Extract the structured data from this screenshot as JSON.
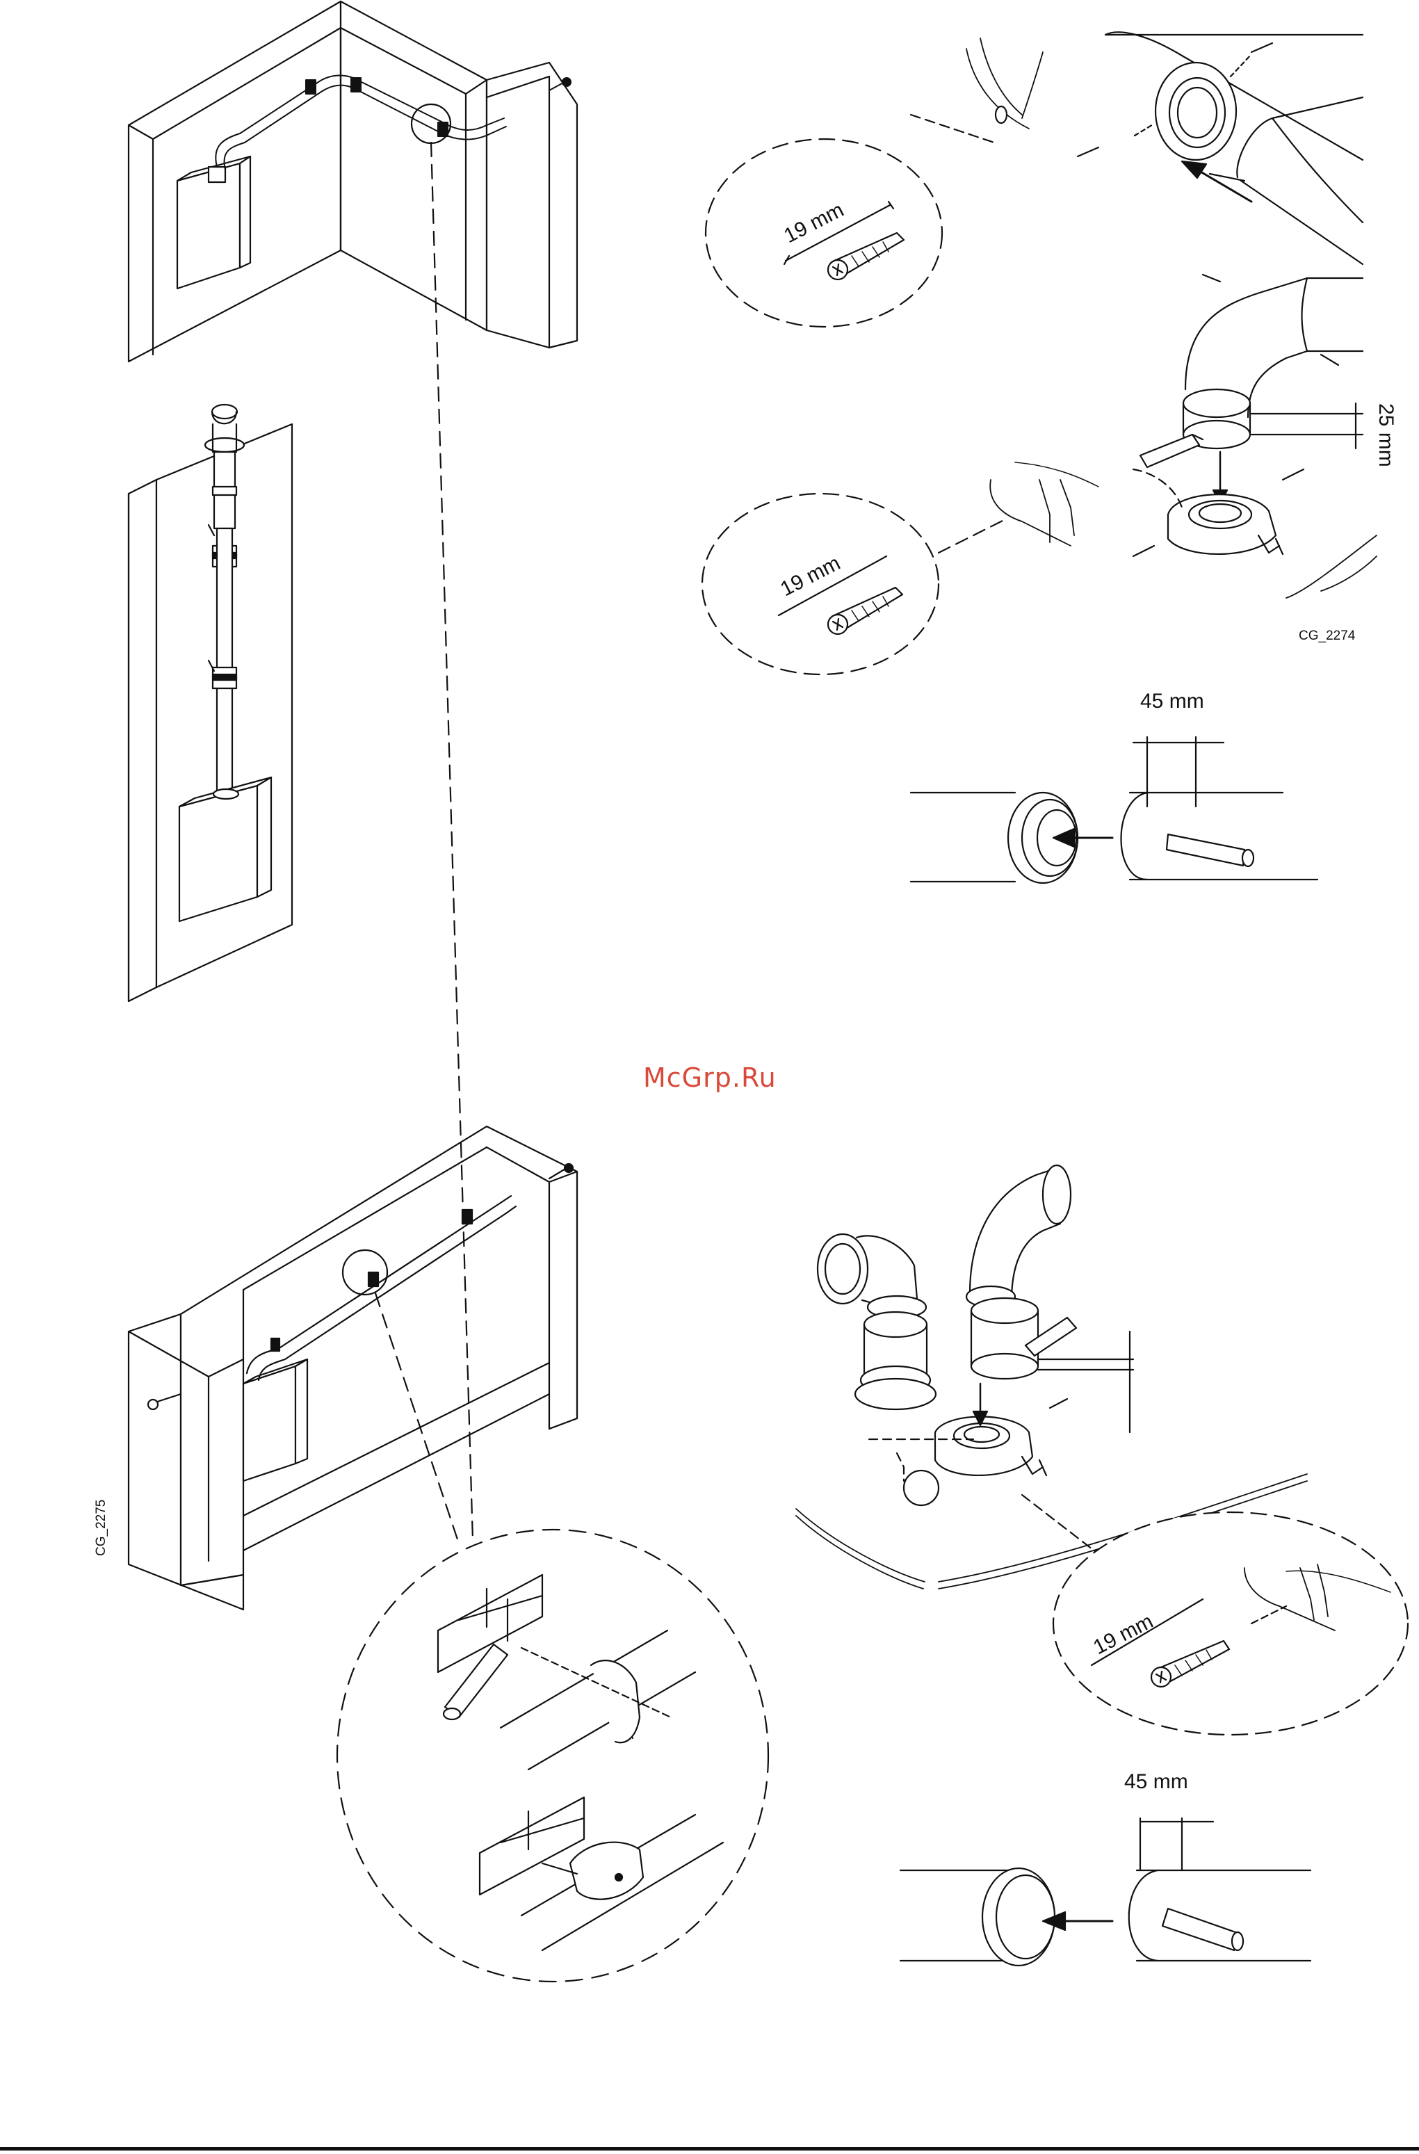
{
  "labels": {
    "screw_length_1": "19 mm",
    "screw_length_2": "19 mm",
    "screw_length_3": "19 mm",
    "elbow_gap": "25 mm",
    "insertion_depth_1": "45 mm",
    "insertion_depth_2": "45 mm",
    "figure_code_top": "CG_2274",
    "figure_code_bottom": "CG_2275"
  },
  "watermark": "McGrp.Ru",
  "icons": [
    "wall-corner-icon",
    "boiler-icon",
    "flue-pipe-icon",
    "screw-icon",
    "pencil-icon",
    "pipe-bracket-icon",
    "elbow-pipe-icon",
    "adapter-flange-icon",
    "brick-wall-icon",
    "arrow-icon"
  ],
  "colors": {
    "line": "#111111",
    "watermark": "#d94a3a",
    "background": "#ffffff"
  }
}
